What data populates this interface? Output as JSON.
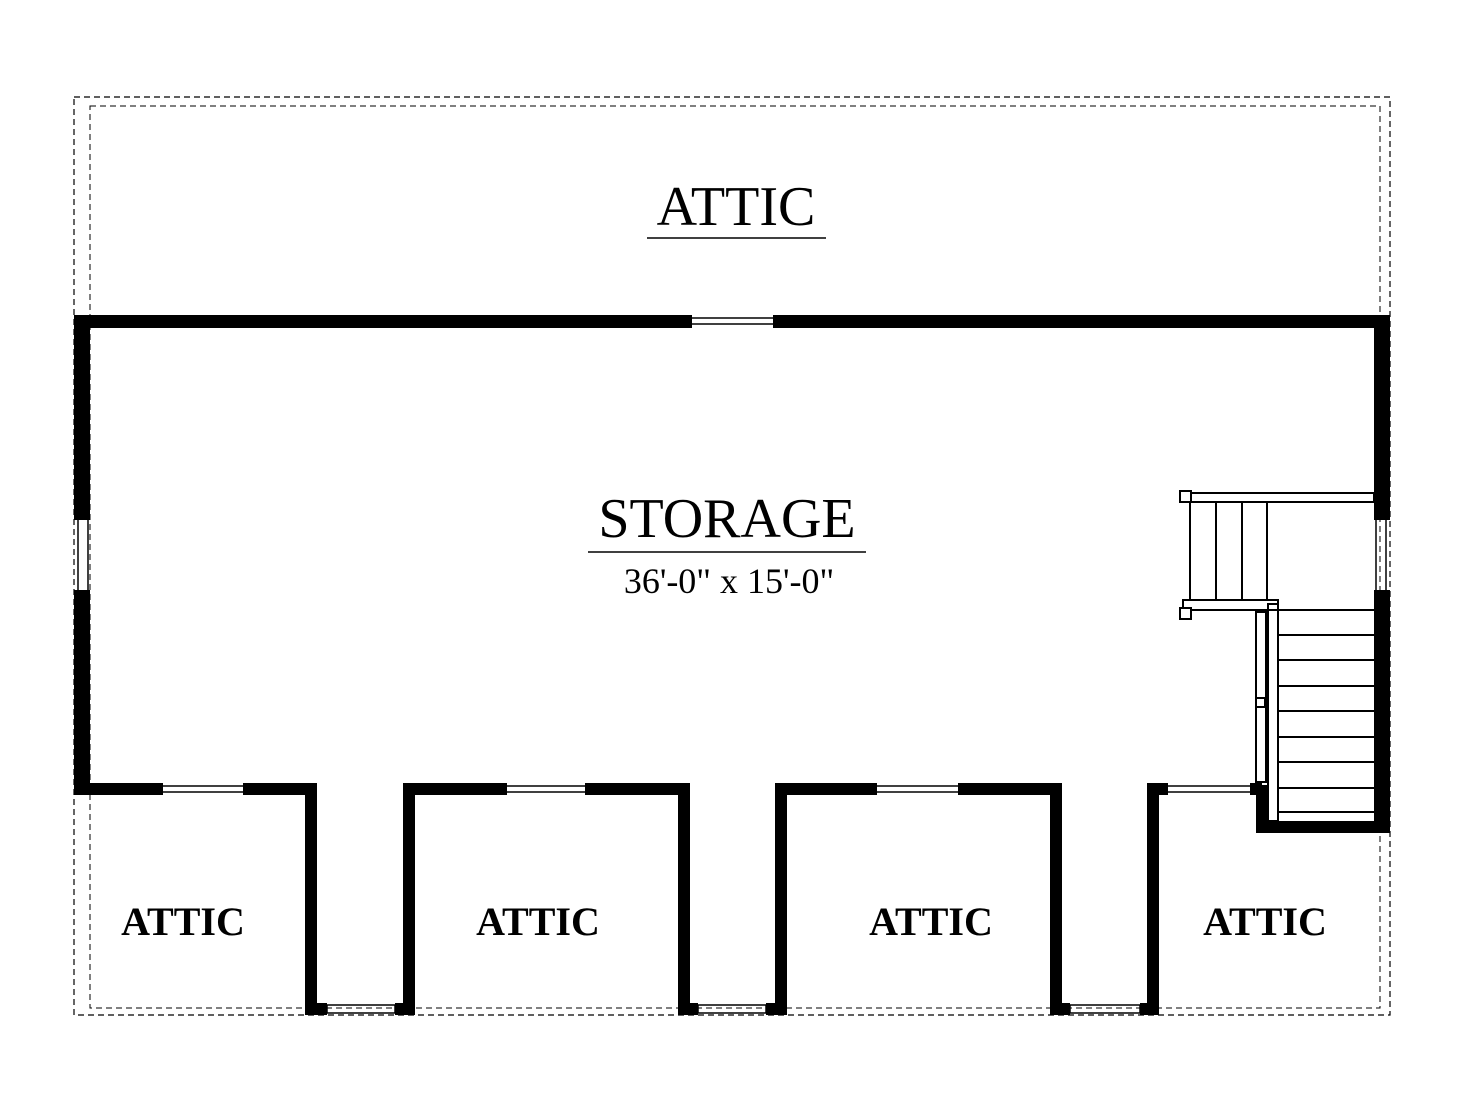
{
  "colors": {
    "wall": "#000000",
    "background": "#ffffff"
  },
  "rooms": {
    "attic_top": "ATTIC",
    "storage": {
      "name": "STORAGE",
      "dimensions": "36'-0\" x 15'-0\""
    },
    "attic_bottom": [
      "ATTIC",
      "ATTIC",
      "ATTIC",
      "ATTIC"
    ]
  }
}
